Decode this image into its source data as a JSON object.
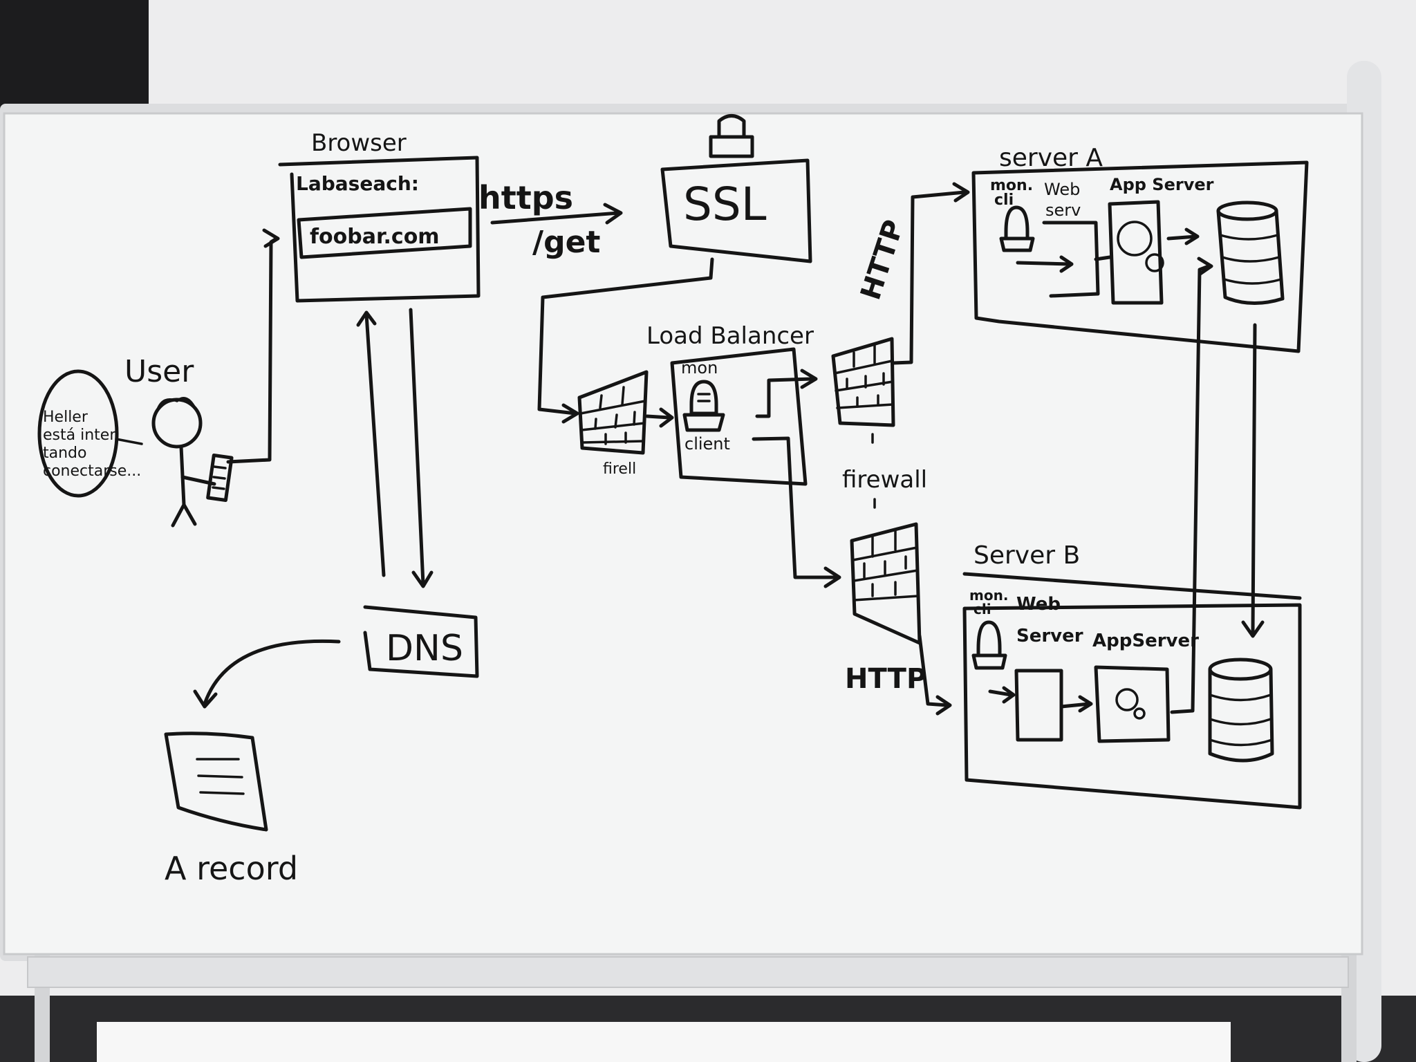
{
  "browser": {
    "title": "Browser",
    "search_label": "Labaseach:",
    "url": "foobar.com"
  },
  "https": {
    "protocol": "https",
    "method": "/get"
  },
  "ssl": {
    "label": "SSL"
  },
  "user": {
    "label": "User",
    "speech": [
      "Heller",
      "está inten",
      "tando",
      "conectarse..."
    ]
  },
  "dns": {
    "label": "DNS"
  },
  "a_record": {
    "label": "A record"
  },
  "load_balancer": {
    "title": "Load Balancer",
    "mon": "mon",
    "client": "client",
    "firewall_label": "firell"
  },
  "firewall": {
    "label": "firewall"
  },
  "http_top": "HTTP",
  "http_bottom": "HTTP",
  "server_a": {
    "title": "server A",
    "mon_cli": [
      "mon.",
      "cli"
    ],
    "web_server": [
      "Web",
      "serv"
    ],
    "app_server": "App Server"
  },
  "server_b": {
    "title": "Server B",
    "mon_cli": [
      "mon.",
      "cli"
    ],
    "web_server": [
      "Web",
      "Server"
    ],
    "app_server": "AppServer"
  },
  "colors": {
    "board": "#f4f5f5",
    "ink": "#151515",
    "frame": "#e6e7e8"
  }
}
